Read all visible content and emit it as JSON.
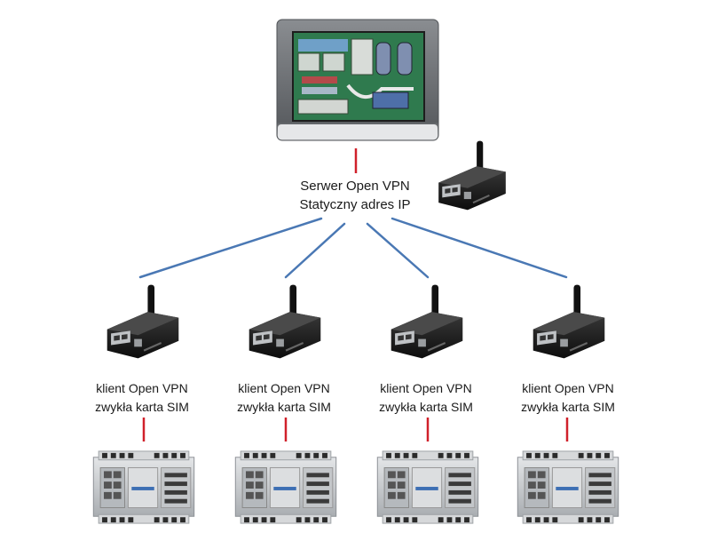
{
  "server": {
    "line1": "Serwer Open VPN",
    "line2": "Statyczny adres IP"
  },
  "clients": [
    {
      "line1": "klient Open VPN",
      "line2": "zwykła karta SIM"
    },
    {
      "line1": "klient Open VPN",
      "line2": "zwykła karta SIM"
    },
    {
      "line1": "klient Open VPN",
      "line2": "zwykła karta SIM"
    },
    {
      "line1": "klient Open VPN",
      "line2": "zwykła karta SIM"
    }
  ],
  "colors": {
    "network_link": "#4a78b4",
    "device_link": "#d0202a",
    "hmi_screen": "#2f7a4e",
    "router_body": "#202020",
    "plc_body": "#c9cccf"
  },
  "icons": {
    "hmi": "hmi-touch-panel-icon",
    "router": "gsm-router-icon",
    "plc": "plc-controller-icon"
  }
}
